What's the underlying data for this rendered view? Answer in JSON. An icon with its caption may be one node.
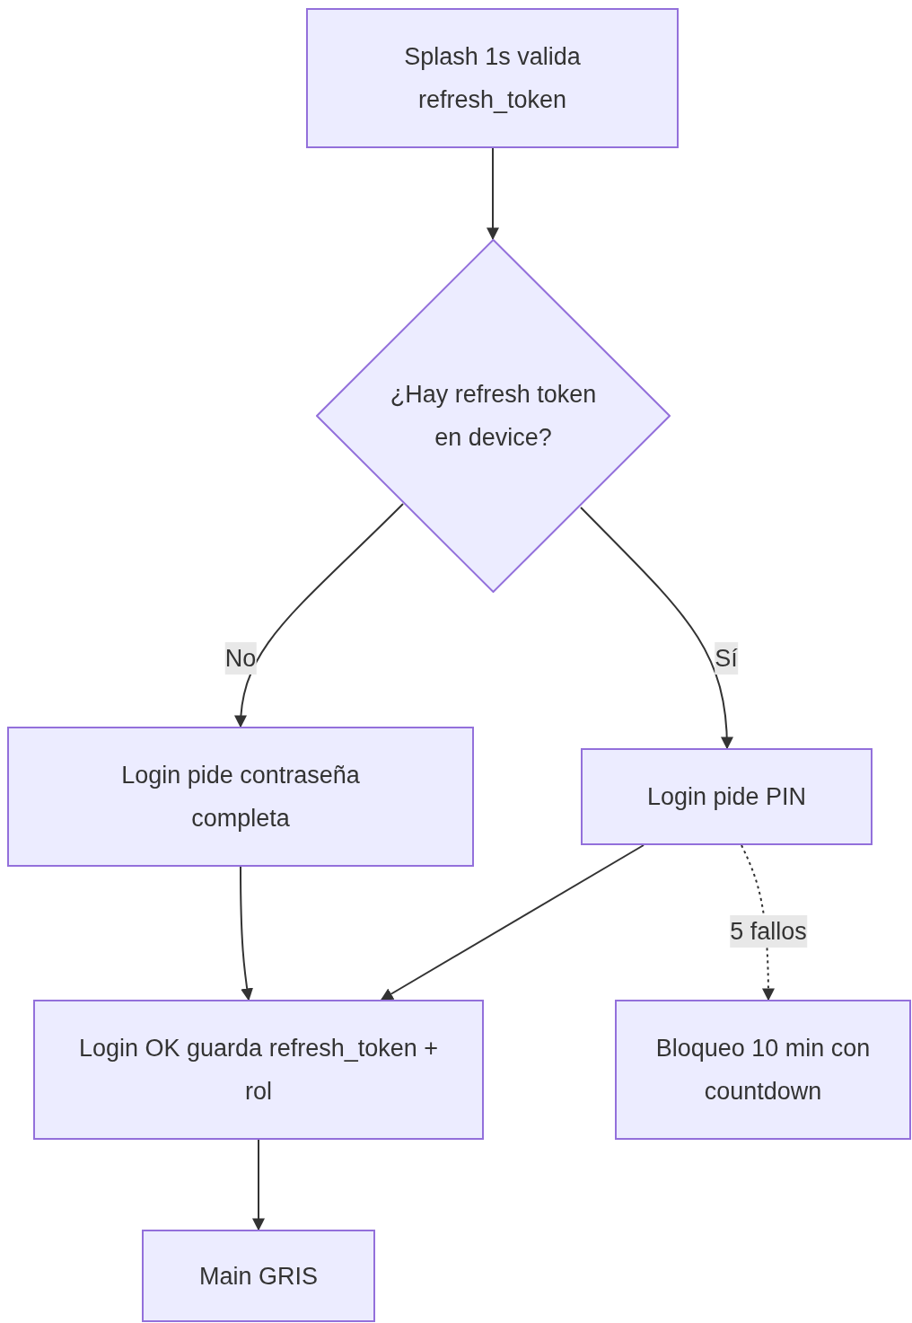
{
  "diagram": {
    "nodes": [
      {
        "text": [
          "Splash 1s valida refresh_token"
        ]
      },
      {
        "text": [
          "¿Hay refresh token en device?"
        ]
      },
      {
        "text": [
          "Login pide contraseña completa"
        ]
      },
      {
        "text": [
          "Login pide PIN"
        ]
      },
      {
        "text": [
          "Login OK guarda refresh_token + rol"
        ]
      },
      {
        "text": [
          "Bloqueo 10 min con countdown"
        ]
      },
      {
        "text": [
          "Main GRIS"
        ]
      }
    ],
    "edges": [
      {
        "from": 0,
        "to": 1,
        "arrow": "to"
      },
      {
        "from": 1,
        "to": 2,
        "arrow": "to",
        "label": "No"
      },
      {
        "from": 1,
        "to": 3,
        "arrow": "to",
        "label": "Sí"
      },
      {
        "from": 2,
        "to": 4,
        "arrow": "to"
      },
      {
        "from": 3,
        "to": 4,
        "arrow": "to"
      },
      {
        "from": 3,
        "to": 5,
        "arrow": "to",
        "label": "5 fallos",
        "style": "dashed"
      },
      {
        "from": 4,
        "to": 6,
        "arrow": "to"
      }
    ]
  }
}
